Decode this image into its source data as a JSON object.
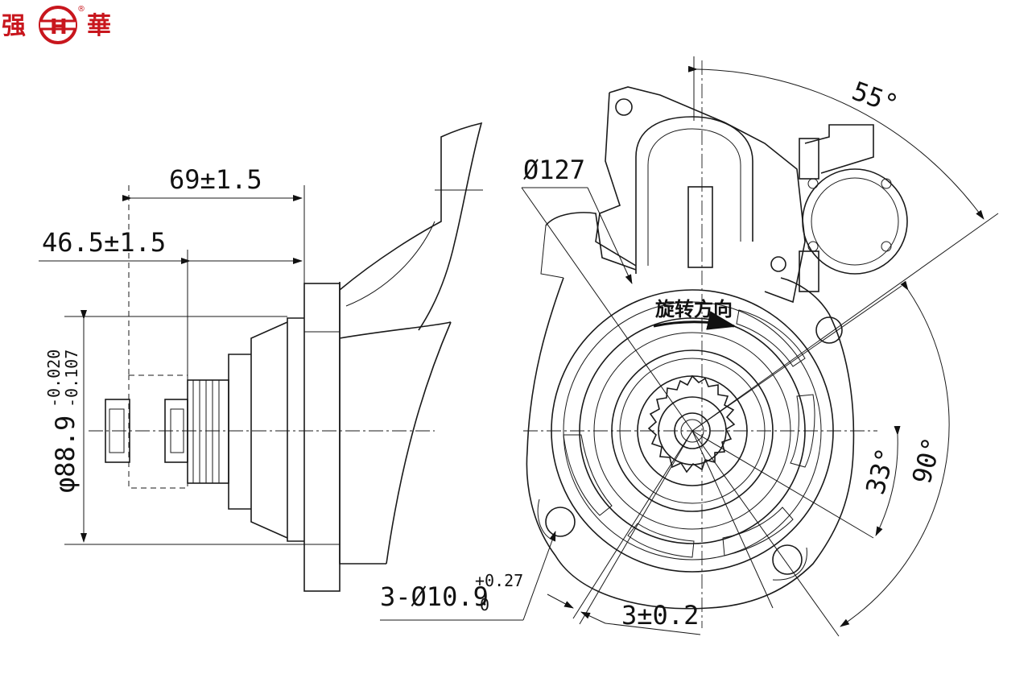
{
  "brand": {
    "name_left": "强",
    "name_right": "華",
    "logo_letter": "H",
    "registered": "®",
    "color": "#c8161d"
  },
  "dimensions": {
    "length_69": "69±1.5",
    "length_46": "46.5±1.5",
    "pilot_diameter": "φ88.9",
    "pilot_tol_upper": "-0.020",
    "pilot_tol_lower": "-0.107",
    "bolt_circle": "Ø127",
    "angle_55": "55°",
    "angle_33": "33°",
    "angle_90": "90°",
    "holes": "3-Ø10.9",
    "holes_tol_upper": "+0.27",
    "holes_tol_lower": "0",
    "tooth_dim": "3±0.2",
    "rotation_label": "旋转方向"
  },
  "colors": {
    "line": "#1a1a1a",
    "brand_red": "#c8161d"
  }
}
